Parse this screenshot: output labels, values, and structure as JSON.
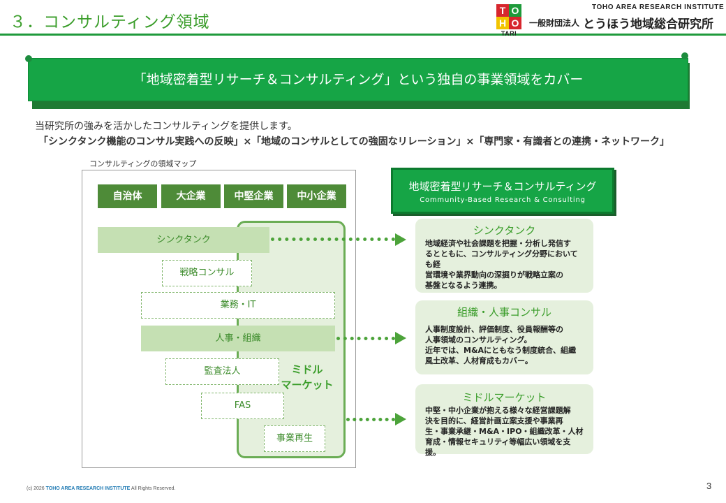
{
  "header": {
    "title": "３．コンサルティング領域",
    "logo_letters": [
      "T",
      "O",
      "H",
      "O"
    ],
    "logo_caption": "TARI",
    "org_name_en": "TOHO AREA RESEARCH INSTITUTE",
    "org_type": "一般財団法人",
    "org_name": "とうほう地域総合研究所"
  },
  "banner": {
    "text": "「地域密着型リサーチ＆コンサルティング」という独自の事業領域をカバー"
  },
  "intro": {
    "line1": "当研究所の強みを活かしたコンサルティングを提供します。",
    "line2": "「シンクタンク機能のコンサル実践への反映」×「地域のコンサルとしての強固なリレーション」×「専門家・有識者との連携・ネットワーク」"
  },
  "map": {
    "caption": "コンサルティングの領域マップ",
    "columns": [
      "自治体",
      "大企業",
      "中堅企業",
      "中小企業"
    ],
    "middle_market_label": [
      "ミドル",
      "マーケット"
    ],
    "chips": {
      "think_tank": "シンクタンク",
      "strategy": "戦略コンサル",
      "business_it": "業務・IT",
      "hr_org": "人事・組織",
      "audit": "監査法人",
      "fas": "FAS",
      "revitalization": "事業再生"
    }
  },
  "right": {
    "header_title": "地域密着型リサーチ＆コンサルティング",
    "header_subtitle": "Community-Based Research & Consulting",
    "cards": [
      {
        "title": "シンクタンク",
        "lines": [
          "地域経済や社会課題を把握・分析し発信す",
          "るとともに、コンサルティング分野においても経",
          "営環境や業界動向の深掘りが戦略立案の",
          "基盤となるよう連携。"
        ]
      },
      {
        "title": "組織・人事コンサル",
        "lines": [
          "人事制度設計、評価制度、役員報酬等の",
          "人事領域のコンサルティング。",
          "近年では、M&Aにともなう制度統合、組織",
          "風土改革、人材育成もカバー。"
        ]
      },
      {
        "title": "ミドルマーケット",
        "lines": [
          "中堅・中小企業が抱える様々な経営課題解",
          "決を目的に、経営計画立案支援や事業再",
          "生・事業承継・M&A・IPO・組織改革・人材",
          "育成・情報セキュリティ等幅広い領域を支援。"
        ]
      }
    ]
  },
  "footer": {
    "copyright_prefix": "(c) 2026",
    "copyright_org": "TOHO AREA RESEARCH INSTITUTE",
    "copyright_suffix": "All Rights Reserved.",
    "page_number": "3"
  },
  "colors": {
    "brand_green": "#16a546",
    "dark_green": "#4e8b38",
    "light_green": "#e5f0dd",
    "chip_green": "#c5e0b3",
    "logo_red": "#d7262e",
    "logo_green": "#1e9a3a",
    "logo_yellow": "#f2c400"
  }
}
